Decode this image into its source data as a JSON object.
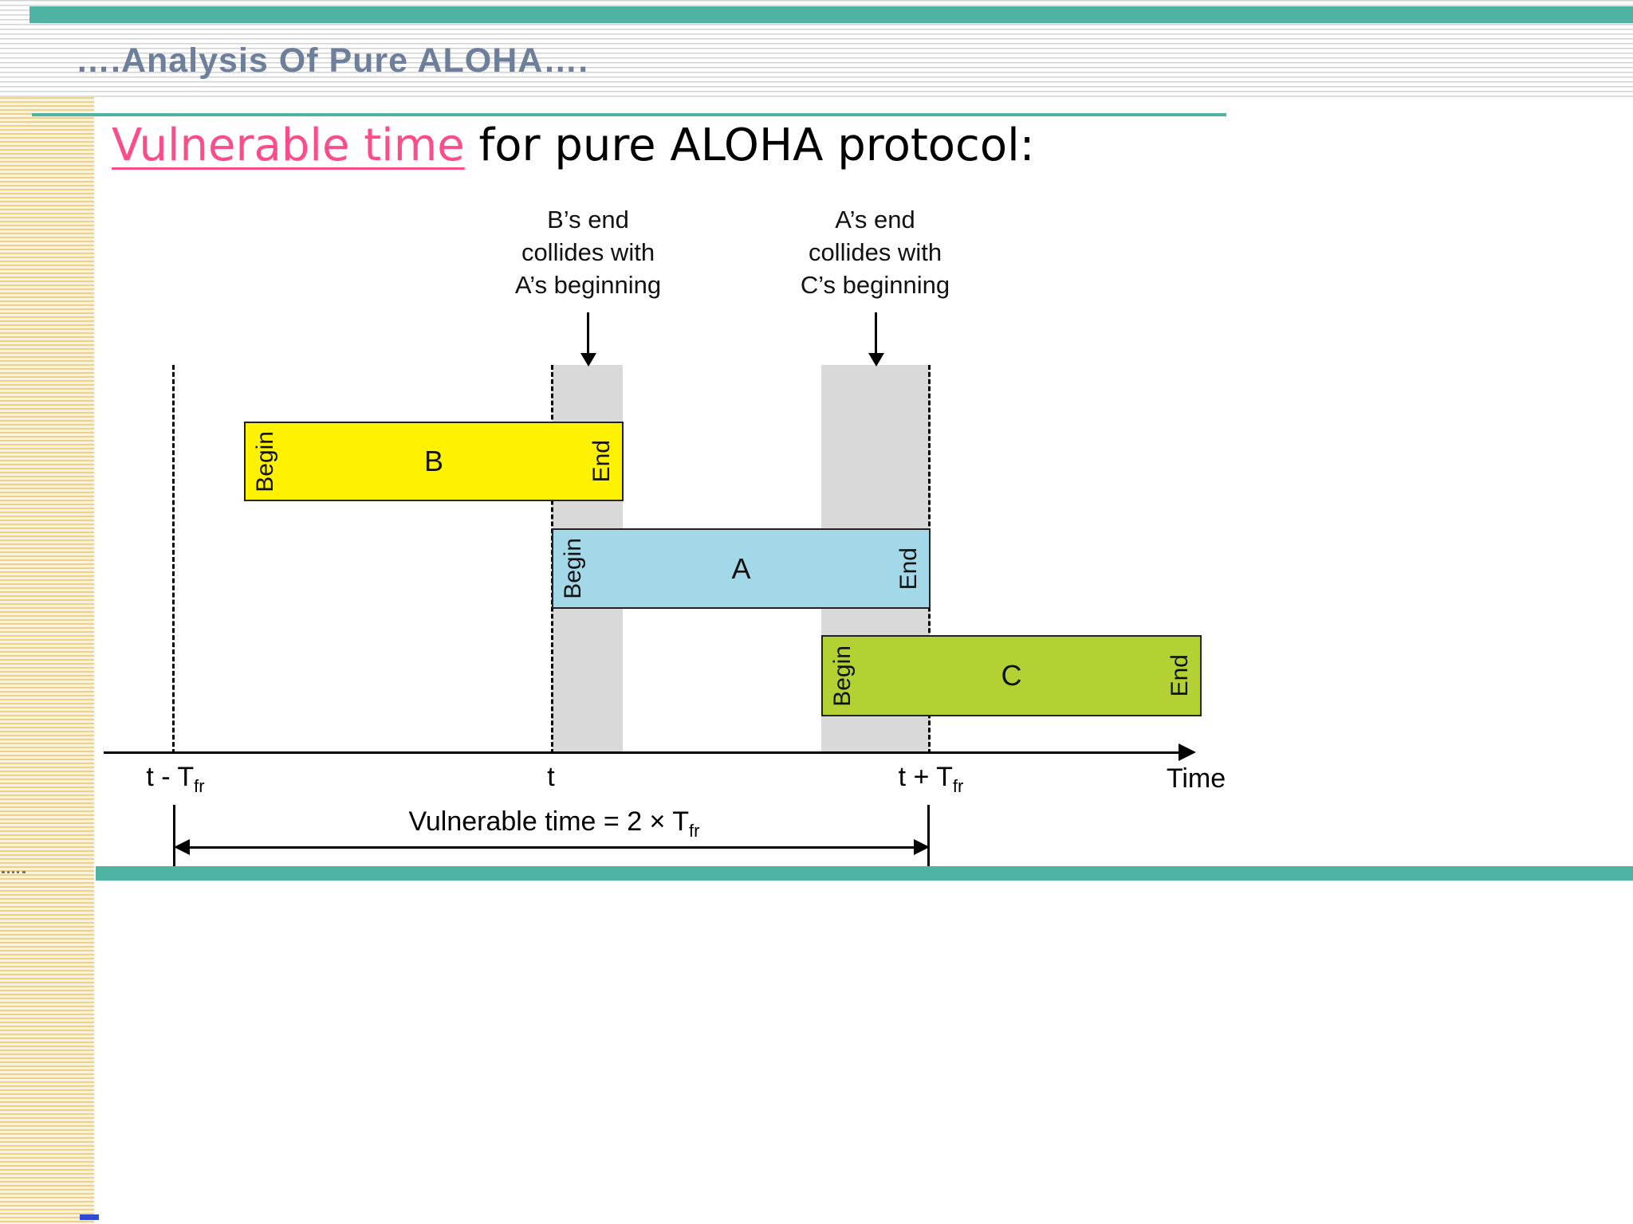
{
  "header": {
    "title": "….Analysis Of Pure ALOHA…."
  },
  "heading": {
    "highlight": "Vulnerable time",
    "rest": " for pure ALOHA protocol:"
  },
  "annotations": {
    "left": {
      "line1": "B’s end",
      "line2": "collides with",
      "line3": "A’s beginning"
    },
    "right": {
      "line1": "A’s end",
      "line2": "collides with",
      "line3": "C’s beginning"
    }
  },
  "frames": {
    "b": {
      "name": "B",
      "begin": "Begin",
      "end": "End",
      "color": "#fef200"
    },
    "a": {
      "name": "A",
      "begin": "Begin",
      "end": "End",
      "color": "#a3d8e9"
    },
    "c": {
      "name": "C",
      "begin": "Begin",
      "end": "End",
      "color": "#b2d233"
    }
  },
  "axis": {
    "t_minus": {
      "main": "t - T",
      "sub": "fr"
    },
    "t": "t",
    "t_plus": {
      "main": "t + T",
      "sub": "fr"
    },
    "time": "Time"
  },
  "vulnerable": {
    "main": "Vulnerable time = 2 × T",
    "sub": "fr"
  },
  "colors": {
    "teal_bar": "#4fb3a3",
    "header_text": "#6d7f9b",
    "pink_highlight": "#fb4d8c",
    "gray_band": "#d9d9d9",
    "left_stripe": "#ecd18b"
  }
}
